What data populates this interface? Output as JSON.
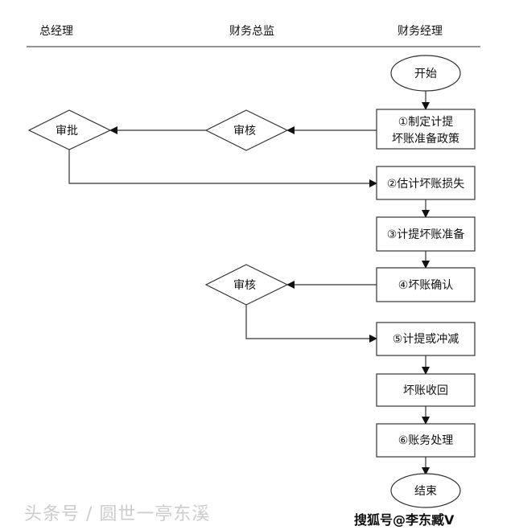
{
  "lanes": [
    "总经理",
    "财务总监",
    "财务经理"
  ],
  "nodes": {
    "start": "开始",
    "step1_line1": "①制定计提",
    "step1_line2": "坏账准备政策",
    "review1": "审核",
    "approve": "审批",
    "step2": "②估计坏账损失",
    "step3": "③计提坏账准备",
    "step4": "④坏账确认",
    "review2": "审核",
    "step5": "⑤计提或冲减",
    "recover": "坏账收回",
    "step6": "⑥账务处理",
    "end": "结束"
  },
  "watermark": {
    "primary": "头条号 / 圆世一亭东溪",
    "secondary": "搜狐号@李东臧V"
  }
}
